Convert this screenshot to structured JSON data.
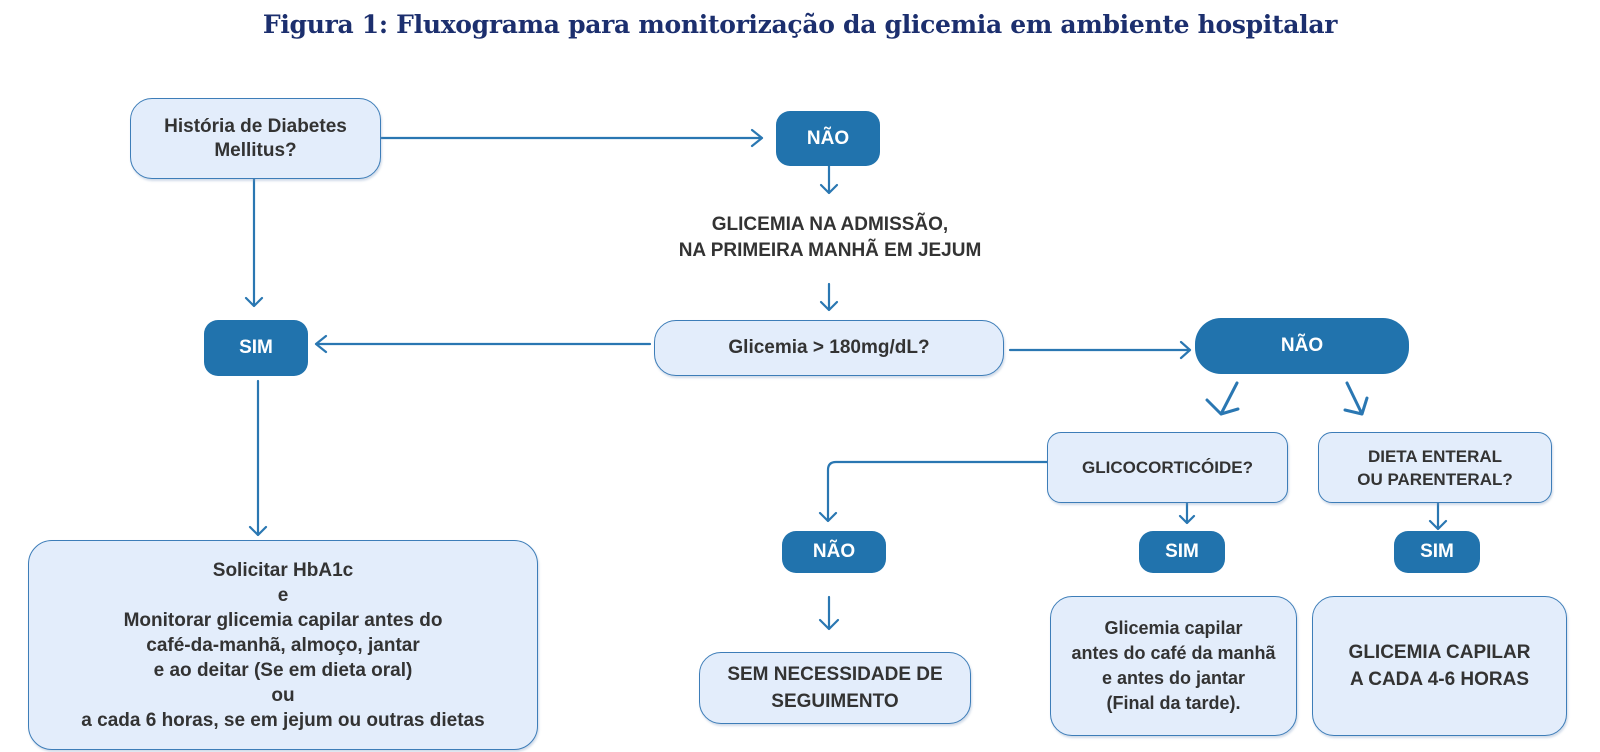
{
  "title": "Figura 1: Fluxograma para monitorização da glicemia em ambiente hospitalar",
  "colors": {
    "accent": "#2173ad",
    "box_fill": "#e3edfb",
    "box_border": "#3d7db8",
    "title": "#1c2f6e",
    "text": "#333333"
  },
  "nodes": {
    "history_question": [
      "História de Diabetes",
      "Mellitus?"
    ],
    "no_history": "NÃO",
    "admission_glycemia": [
      "GLICEMIA NA ADMISSÃO,",
      "NA PRIMEIRA MANHÃ EM JEJUM"
    ],
    "glycemia_question": "Glicemia > 180mg/dL?",
    "yes_main": "SIM",
    "no_main": "NÃO",
    "hba1c_action": [
      "Solicitar HbA1c",
      "e",
      "Monitorar glicemia capilar antes do",
      "café-da-manhã, almoço, jantar",
      "e ao deitar (Se em dieta oral)",
      "ou",
      "a cada 6 horas, se em  jejum ou outras dietas"
    ],
    "glucocorticoid_question": "GLICOCORTICÓIDE?",
    "diet_question": [
      "DIETA ENTERAL",
      "OU PARENTERAL?"
    ],
    "no_glucocorticoid": "NÃO",
    "yes_glucocorticoid": "SIM",
    "yes_diet": "SIM",
    "no_follow_up": [
      "SEM NECESSIDADE DE",
      "SEGUIMENTO"
    ],
    "glucocorticoid_action": [
      "Glicemia capilar",
      "antes do café da manhã",
      "e antes do jantar",
      "(Final da tarde)."
    ],
    "diet_action": [
      "GLICEMIA CAPILAR",
      "A CADA 4-6 HORAS"
    ]
  }
}
